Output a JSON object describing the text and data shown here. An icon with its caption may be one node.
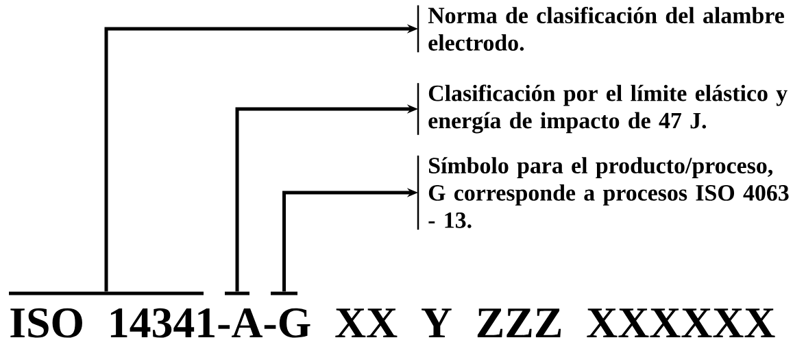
{
  "diagram": {
    "nodes": [
      {
        "text": [
          "Norma de clasificación del alambre electrodo."
        ]
      },
      {
        "text": [
          "Clasificación por el límite elástico y energía de impacto de 47 J."
        ]
      },
      {
        "text": [
          "Símbolo para el producto/proceso, G corresponde a procesos ISO 4063 - 13."
        ]
      },
      {
        "text": [],
        "shape": "bar"
      },
      {
        "text": [],
        "shape": "bar"
      },
      {
        "text": [],
        "shape": "bar"
      }
    ],
    "edges": [
      {
        "from": 3,
        "to": 0,
        "arrow": "to"
      },
      {
        "from": 4,
        "to": 1,
        "arrow": "to"
      },
      {
        "from": 5,
        "to": 2,
        "arrow": "to"
      }
    ],
    "labels": [
      "ISO 14341-A-G XX Y ZZZ XXXXXX"
    ]
  }
}
